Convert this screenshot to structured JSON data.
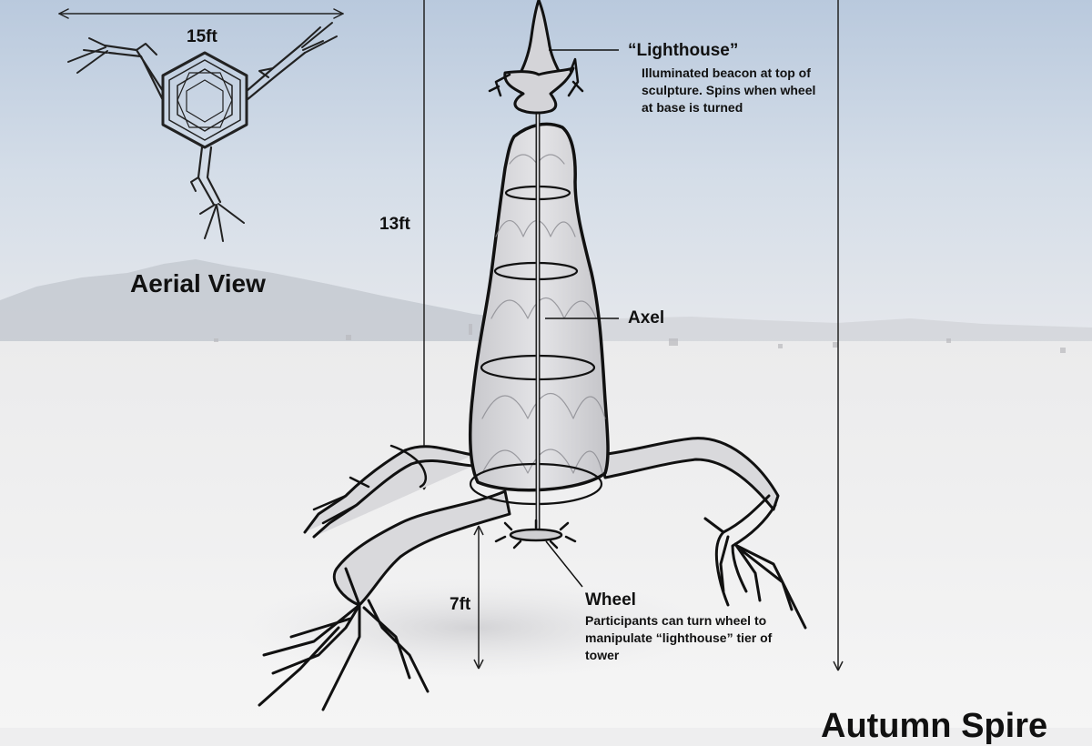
{
  "aerial_view": {
    "title": "Aerial View",
    "width_label": "15ft"
  },
  "dimensions": {
    "height_total": "13ft",
    "height_base": "7ft"
  },
  "callouts": {
    "lighthouse": {
      "title": "“Lighthouse”",
      "description": "Illuminated beacon at top of sculpture. Spins when wheel at base is turned"
    },
    "axel": {
      "title": "Axel"
    },
    "wheel": {
      "title": "Wheel",
      "description": "Participants can turn wheel to manipulate “lighthouse” tier of tower"
    }
  },
  "sculpture_title": "Autumn Spire"
}
